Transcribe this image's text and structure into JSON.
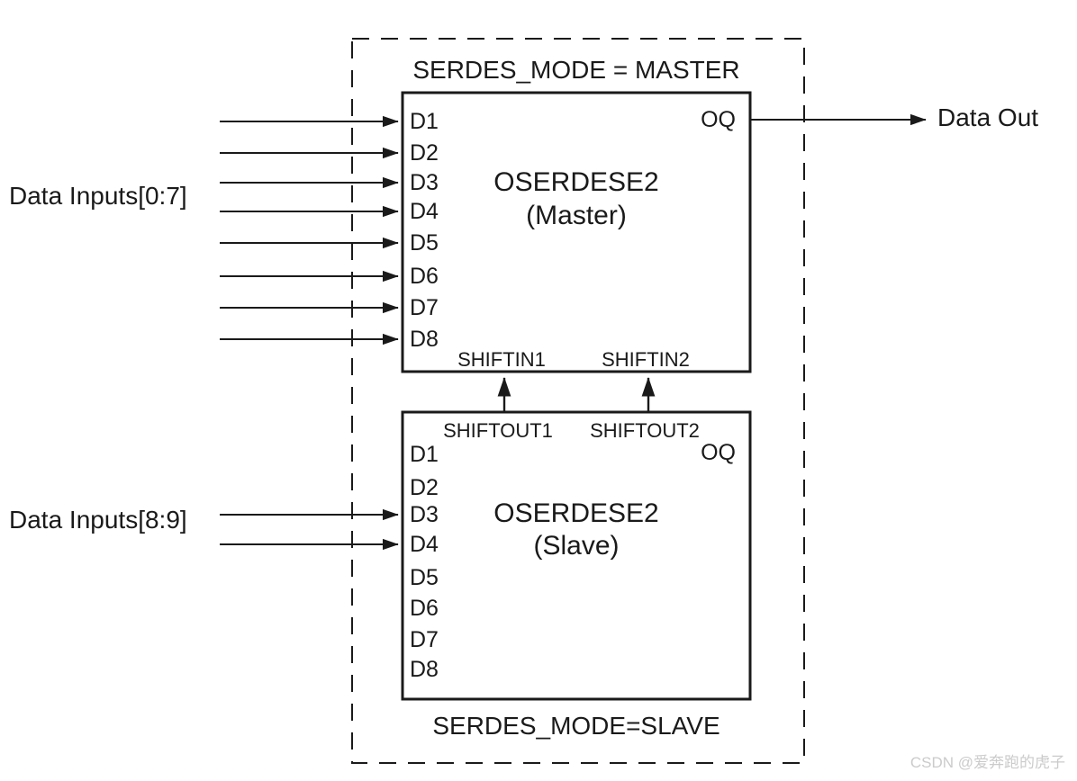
{
  "colors": {
    "ink": "#1a1a1a",
    "watermark": "#cbcbcb",
    "background": "#ffffff"
  },
  "outer": {
    "top_label": "SERDES_MODE = MASTER",
    "bottom_label": "SERDES_MODE=SLAVE"
  },
  "master": {
    "title": "OSERDESE2",
    "subtitle": "(Master)",
    "input_pins": [
      "D1",
      "D2",
      "D3",
      "D4",
      "D5",
      "D6",
      "D7",
      "D8"
    ],
    "output_pin": "OQ",
    "shift_in_pins": [
      "SHIFTIN1",
      "SHIFTIN2"
    ]
  },
  "slave": {
    "title": "OSERDESE2",
    "subtitle": "(Slave)",
    "input_pins": [
      "D1",
      "D2",
      "D3",
      "D4",
      "D5",
      "D6",
      "D7",
      "D8"
    ],
    "output_pin": "OQ",
    "shift_out_pins": [
      "SHIFTOUT1",
      "SHIFTOUT2"
    ]
  },
  "external": {
    "data_inputs_master": "Data Inputs[0:7]",
    "data_inputs_slave": "Data Inputs[8:9]",
    "data_out": "Data Out"
  },
  "watermark": "CSDN @爱奔跑的虎子"
}
